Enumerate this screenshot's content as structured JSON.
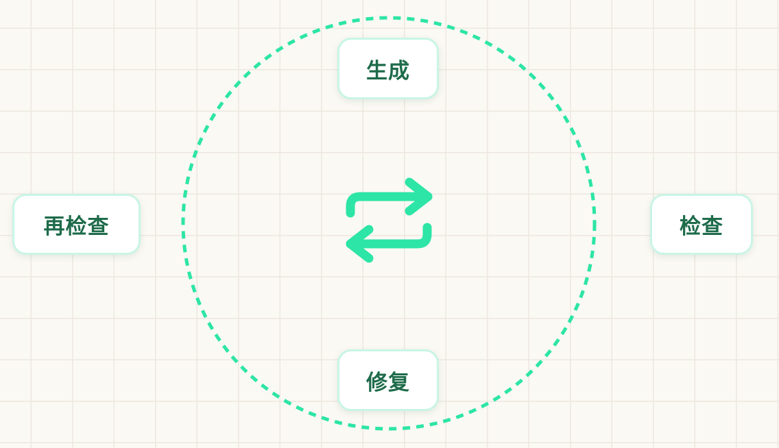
{
  "colors": {
    "accent": "#2de5a6",
    "node_text": "#1e6b4a",
    "node_border": "#c9f5e6",
    "background": "#fbf9f4",
    "grid": "#ece8df"
  },
  "center_icon": "repeat-arrows-icon",
  "nodes": {
    "top": "生成",
    "right": "检查",
    "bottom": "修复",
    "left": "再检查"
  }
}
